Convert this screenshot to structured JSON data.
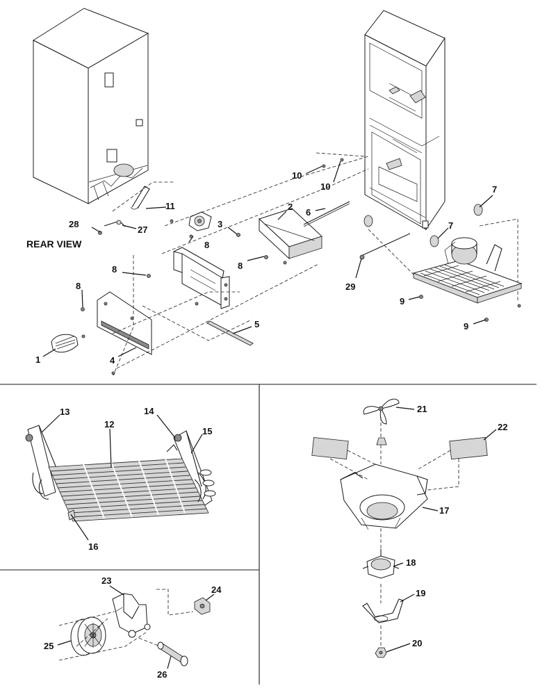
{
  "labels": {
    "rear_view": "REAR VIEW",
    "c1": "1",
    "c2": "2",
    "c3": "3",
    "c4": "4",
    "c5": "5",
    "c6": "6",
    "c7": "7",
    "c8": "8",
    "c9": "9",
    "c10": "10",
    "c11": "11",
    "c12": "12",
    "c13": "13",
    "c14": "14",
    "c15": "15",
    "c16": "16",
    "c17": "17",
    "c18": "18",
    "c19": "19",
    "c20": "20",
    "c21": "21",
    "c22": "22",
    "c23": "23",
    "c24": "24",
    "c25": "25",
    "c26": "26",
    "c27": "27",
    "c28": "28",
    "c29": "29"
  }
}
